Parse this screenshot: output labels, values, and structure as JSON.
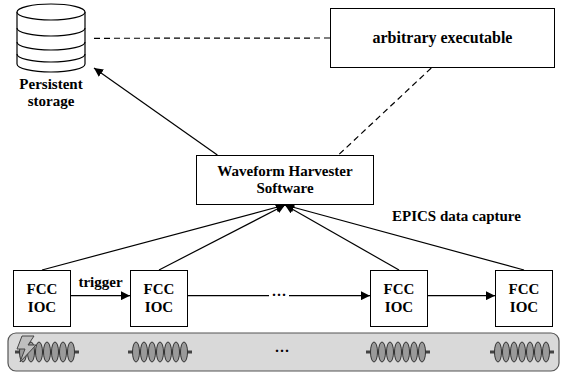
{
  "diagram": {
    "nodes": [
      {
        "text": [
          "Persistent storage"
        ]
      },
      {
        "text": [
          "arbitrary executable"
        ]
      },
      {
        "text": [
          "Waveform Harvester Software"
        ]
      },
      {
        "text": [
          "FCC IOC"
        ]
      },
      {
        "text": [
          "FCC IOC"
        ]
      },
      {
        "text": [
          "FCC IOC"
        ]
      },
      {
        "text": [
          "FCC IOC"
        ]
      }
    ],
    "edges": [
      {
        "from": 2,
        "to": 0,
        "arrow": "to"
      },
      {
        "from": 0,
        "to": 1,
        "arrow": "none"
      },
      {
        "from": 1,
        "to": 2,
        "arrow": "none"
      },
      {
        "from": 3,
        "to": 2,
        "arrow": "to"
      },
      {
        "from": 4,
        "to": 2,
        "arrow": "to"
      },
      {
        "from": 5,
        "to": 2,
        "arrow": "to"
      },
      {
        "from": 6,
        "to": 2,
        "arrow": "to"
      },
      {
        "from": 3,
        "to": 4,
        "label": "trigger",
        "arrow": "to"
      },
      {
        "from": 4,
        "to": 5,
        "label": "···",
        "arrow": "to"
      },
      {
        "from": 5,
        "to": 6,
        "arrow": "to"
      }
    ],
    "labels": [
      "EPICS data capture",
      "···"
    ]
  }
}
